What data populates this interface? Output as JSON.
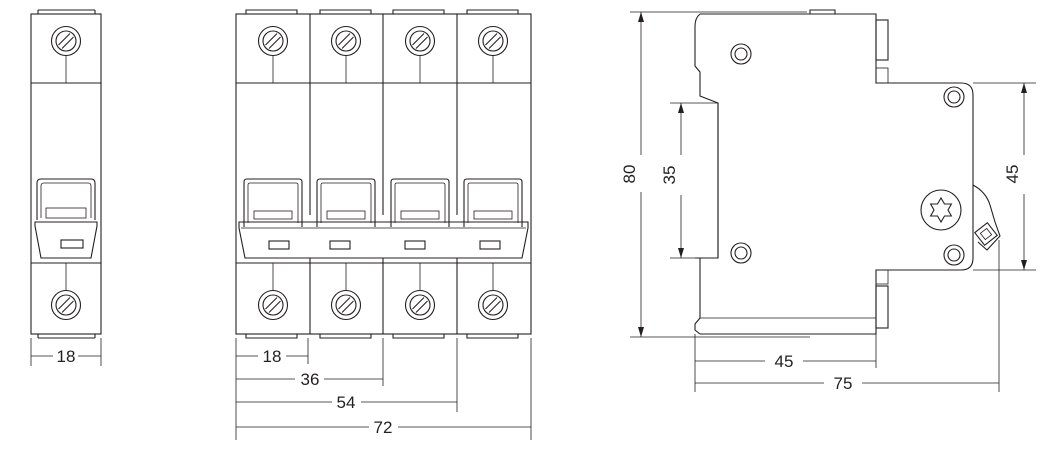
{
  "dimensions": {
    "single_pole_width": "18",
    "four_pole_18": "18",
    "four_pole_36": "36",
    "four_pole_54": "54",
    "four_pole_72": "72",
    "side_height": "80",
    "side_rail": "35",
    "side_45_vertical": "45",
    "side_45_horizontal": "45",
    "side_depth": "75"
  }
}
